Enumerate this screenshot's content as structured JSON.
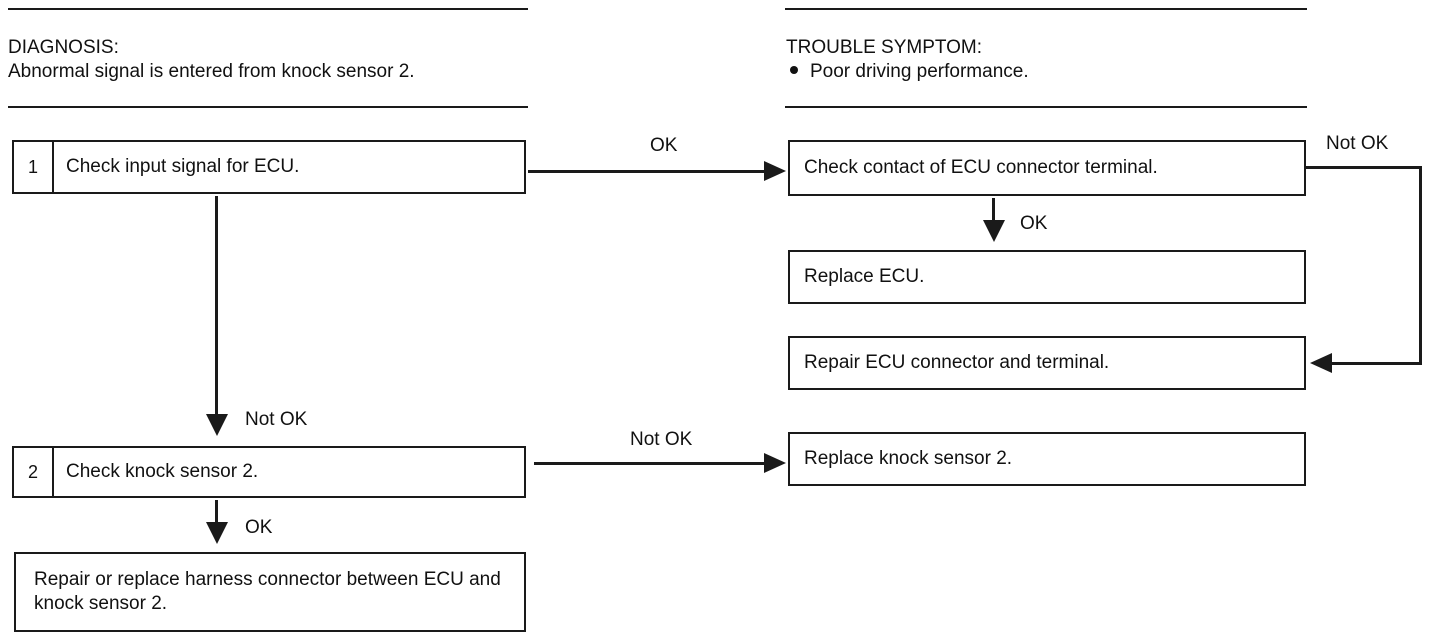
{
  "diagnosis": {
    "heading": "DIAGNOSIS:",
    "text": "Abnormal signal is entered from knock sensor 2."
  },
  "trouble_symptom": {
    "heading": "TROUBLE SYMPTOM:",
    "items": [
      "Poor driving performance."
    ]
  },
  "steps": [
    {
      "number": "1",
      "label": "Check input signal for ECU."
    },
    {
      "number": "2",
      "label": "Check knock sensor 2."
    }
  ],
  "boxes": {
    "check_contact": "Check contact of ECU connector terminal.",
    "replace_ecu": "Replace ECU.",
    "repair_connector": "Repair ECU connector and terminal.",
    "replace_sensor": "Replace knock sensor 2.",
    "repair_harness": "Repair or replace harness connector between ECU and knock sensor 2."
  },
  "edge_labels": {
    "step1_ok": "OK",
    "step1_not_ok": "Not OK",
    "contact_ok": "OK",
    "contact_not_ok": "Not OK",
    "step2_ok": "OK",
    "step2_not_ok": "Not OK"
  }
}
